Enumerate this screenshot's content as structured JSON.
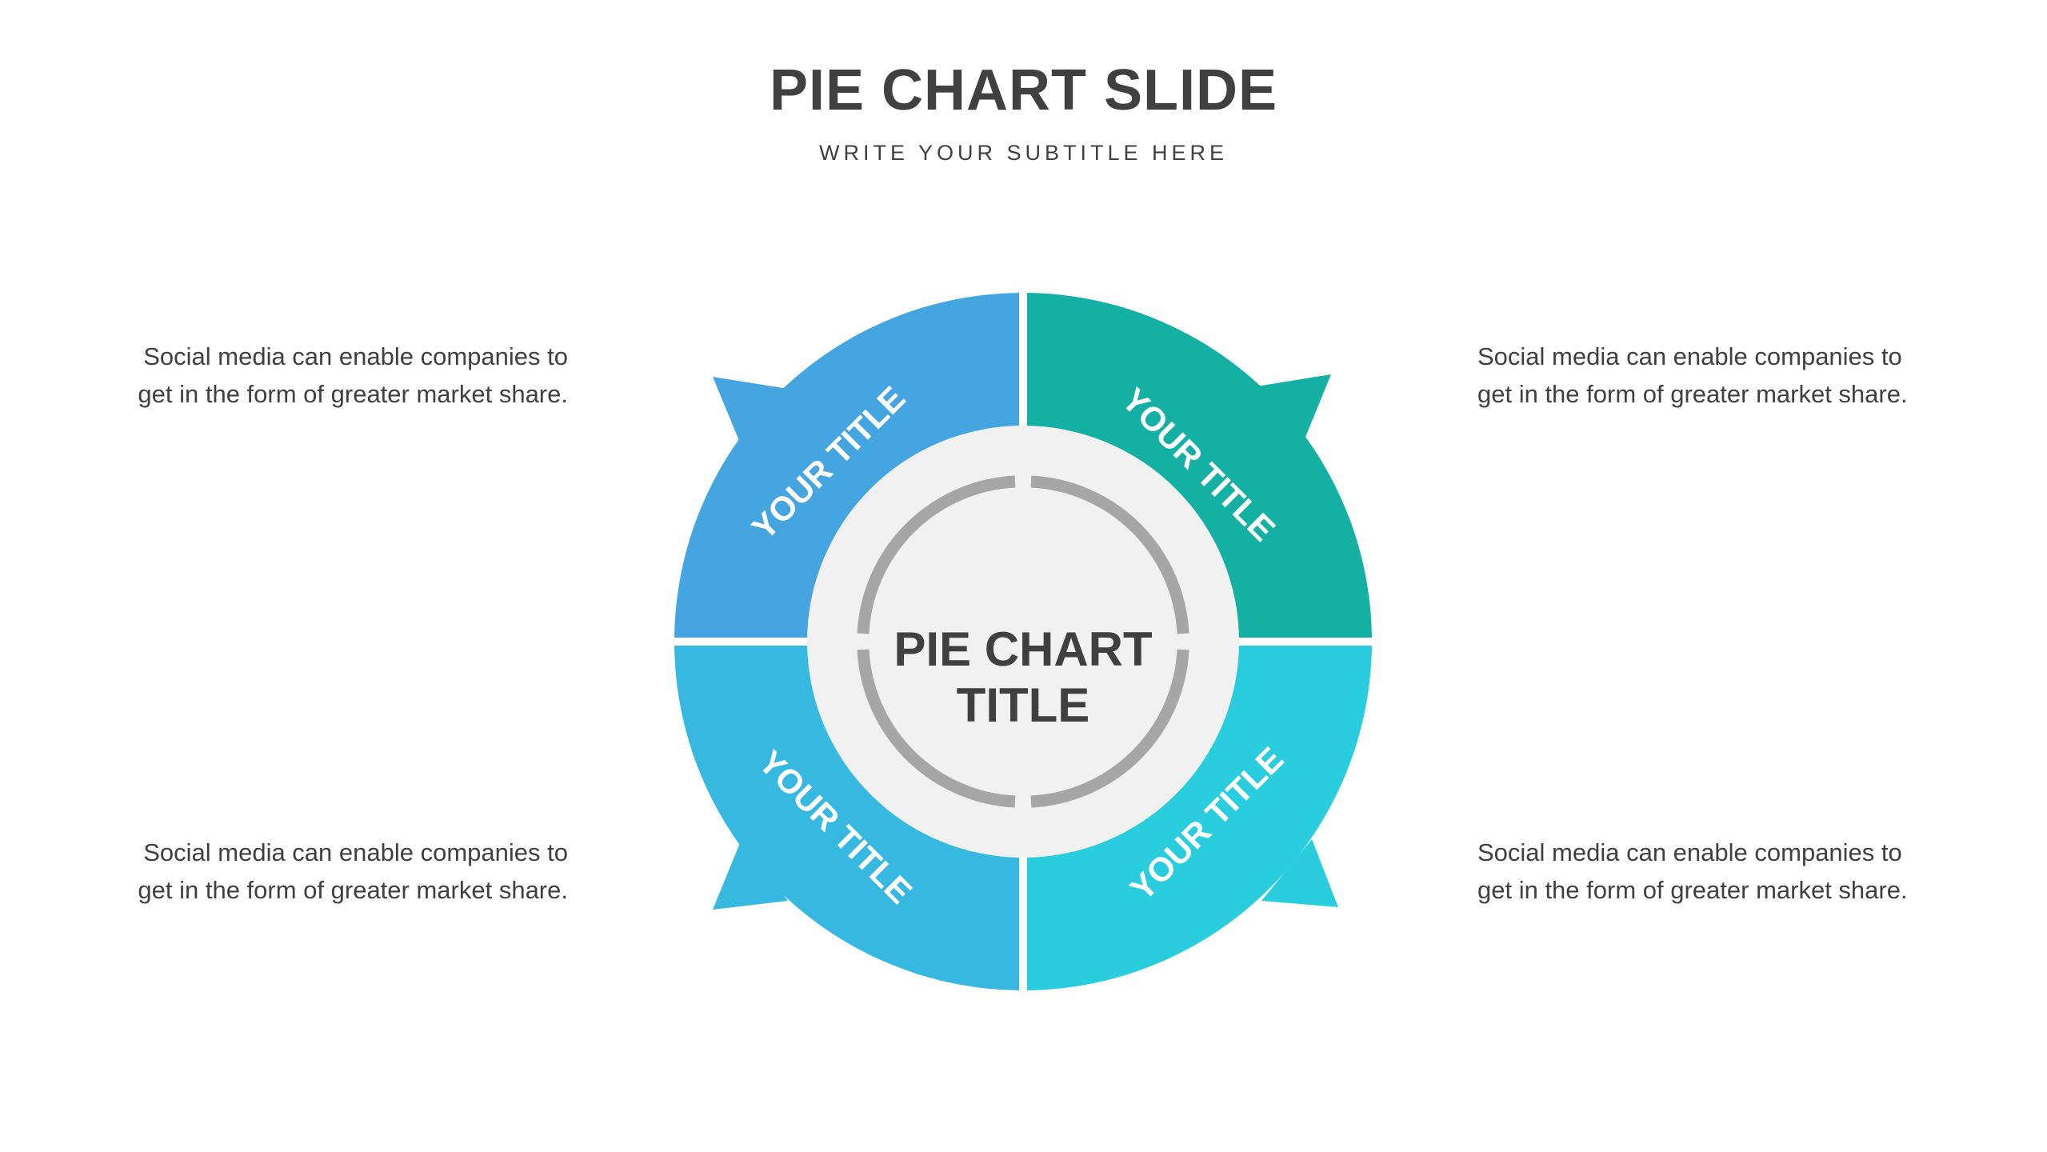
{
  "slide": {
    "title": "PIE CHART SLIDE",
    "subtitle": "WRITE YOUR SUBTITLE HERE"
  },
  "center": {
    "line1": "PIE CHART",
    "line2": "TITLE"
  },
  "segments": [
    {
      "label": "YOUR TITLE",
      "color": "#45A5E0",
      "position": "top-left"
    },
    {
      "label": "YOUR TITLE",
      "color": "#14B0A4",
      "position": "top-right"
    },
    {
      "label": "YOUR TITLE",
      "color": "#36B8E0",
      "position": "bottom-left"
    },
    {
      "label": "YOUR TITLE",
      "color": "#29CDDE",
      "position": "bottom-right"
    }
  ],
  "descriptions": {
    "top_left": "Social media can enable companies to get in the form of greater market share.",
    "top_right": "Social media can enable companies to get in the form of greater market share.",
    "bottom_left": "Social media can enable companies to get in the form of greater market share.",
    "bottom_right": "Social media can enable companies to get in the form of greater market share."
  },
  "colors": {
    "center_fill": "#F1F1F1",
    "ring": "#A6A6A6",
    "text": "#404040"
  }
}
